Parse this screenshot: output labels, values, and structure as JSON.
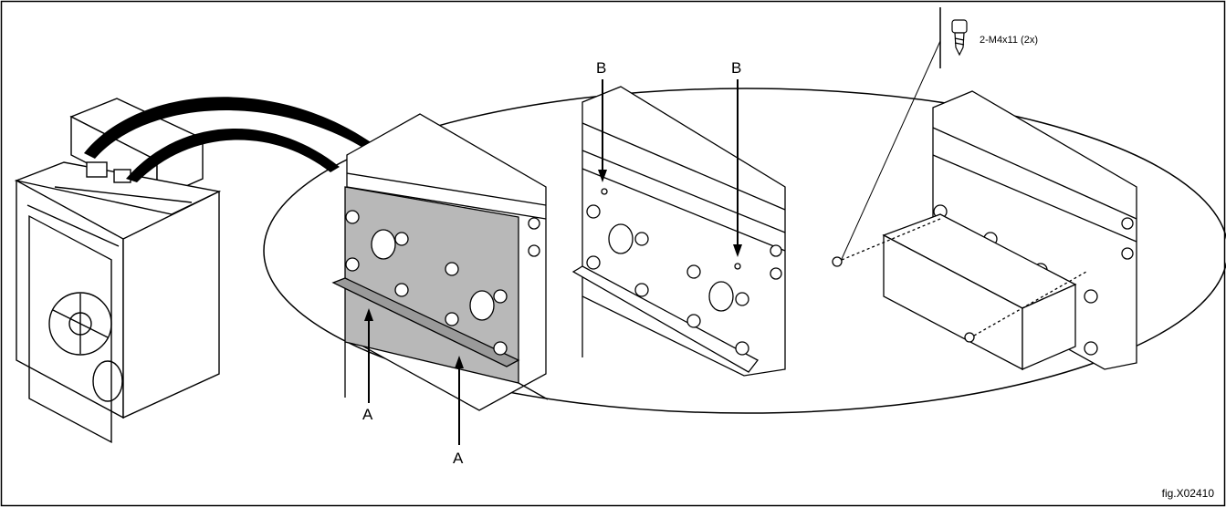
{
  "callouts": {
    "a_left": "A",
    "a_right": "A",
    "b_left": "B",
    "b_right": "B"
  },
  "screw_spec": "2-M4x11 (2x)",
  "figure_id": "fig.X02410",
  "colors": {
    "line": "#000000",
    "shaded_plate": "#b8b8b8",
    "background": "#ffffff"
  }
}
